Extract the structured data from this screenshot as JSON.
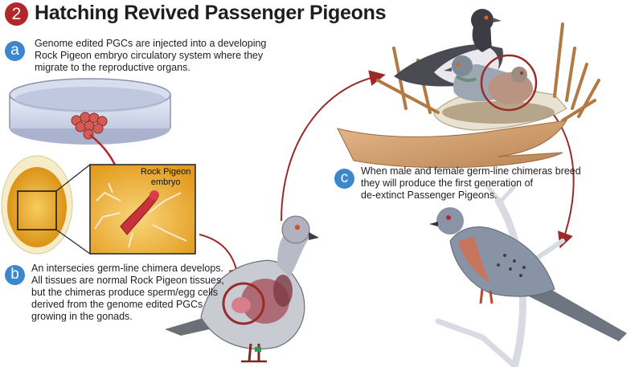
{
  "header": {
    "step_number": "2",
    "title": "Hatching Revived Passenger Pigeons"
  },
  "steps": [
    {
      "badge": "a",
      "lines": [
        "Genome edited PGCs are injected into a developing",
        "Rock Pigeon embryo circulatory system where they",
        "migrate to the reproductive organs."
      ]
    },
    {
      "badge": "b",
      "lines": [
        "An intersecies germ-line chimera develops.",
        "All tissues are normal Rock Pigeon tissues,",
        "but the chimeras produce sperm/egg cells",
        "derived from the genome edited PGCs",
        "growing in the gonads."
      ]
    },
    {
      "badge": "c",
      "lines": [
        "When male and female germ-line chimeras breed",
        "they will produce the first generation of",
        "de-extinct Passenger Pigeons."
      ]
    }
  ],
  "embryo_label": {
    "line1": "Rock Pigeon",
    "line2": "embryo"
  },
  "colors": {
    "title_badge": "#b3272a",
    "step_badge": "#3b87cd",
    "arrow": "#9b2a2a",
    "yolk": "#e7a21a",
    "zoom_frame": "#222222",
    "passenger_breast": "#c9735a"
  }
}
